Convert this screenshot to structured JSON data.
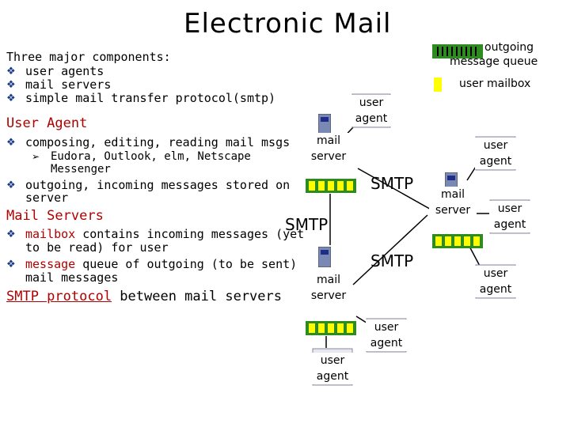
{
  "title": "Electronic Mail",
  "intro": {
    "heading": "Three major components:",
    "items": [
      "user agents",
      "mail servers",
      "simple mail transfer protocol(smtp)"
    ]
  },
  "user_agent_section": {
    "heading": "User Agent",
    "bullet1": "composing, editing, reading mail msgs",
    "sub1_line1": "Eudora, Outlook, elm, Netscape",
    "sub1_line2": "Messenger",
    "bullet2_line1": "outgoing, incoming messages stored on",
    "bullet2_line2": "server"
  },
  "mail_servers_section": {
    "heading": "Mail Servers",
    "b1_term": "mailbox",
    "b1_rest": " contains incoming messages (yet",
    "b1_line2": "to be read) for user",
    "b2_term": "message",
    "b2_rest": " queue of outgoing (to be sent)",
    "b2_line2": "mail messages",
    "smtp_term": "SMTP protocol",
    "smtp_rest": " between mail servers"
  },
  "legend": {
    "queue_line1": "outgoing",
    "queue_line2": "message queue",
    "mailbox": "user mailbox"
  },
  "nodes": {
    "user": "user",
    "agent": "agent",
    "mail": "mail",
    "server": "server",
    "smtp": "SMTP"
  },
  "colors": {
    "accent_red": "#b00000",
    "queue_green": "#2e8b1f",
    "mailbox_yellow": "#ffff00",
    "bullet_blue": "#1a3a8a"
  },
  "icons": {
    "bullet": "diamond-bullet-icon",
    "sub_bullet": "arrow-bullet-icon",
    "user_agent": "computer-icon",
    "mail_server": "server-tower-icon"
  }
}
